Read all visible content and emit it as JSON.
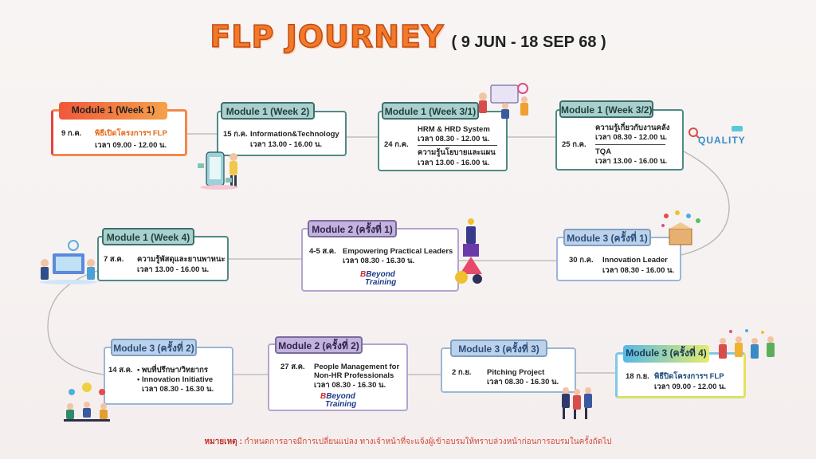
{
  "title": {
    "main": "FLP JOURNEY",
    "range": "( 9 JUN -  18 SEP 68 )"
  },
  "cards": {
    "m1w1": {
      "header": "Module 1 (Week 1)",
      "date": "9 ก.ค.",
      "topic": "พิธีเปิดโครงการฯ FLP",
      "time": "เวลา 09.00 - 12.00 น."
    },
    "m1w2": {
      "header": "Module 1 (Week 2)",
      "date": "15 ก.ค.",
      "topic": "Information&Technology",
      "time": "เวลา 13.00 - 16.00 น."
    },
    "m1w31": {
      "header": "Module 1 (Week 3/1)",
      "date": "24 ก.ค.",
      "topic1": "HRM & HRD System",
      "time1": "เวลา 08.30 - 12.00 น.",
      "topic2": "ความรู้นโยบายและแผน",
      "time2": "เวลา 13.00 - 16.00 น."
    },
    "m1w32": {
      "header": "Module 1 (Week 3/2)",
      "date": "25 ก.ค.",
      "topic1": "ความรู้เกี่ยวกับงานคลัง",
      "time1": "เวลา 08.30 - 12.00 น.",
      "topic2": "TQA",
      "time2": "เวลา 13.00 - 16.00 น."
    },
    "m1w4": {
      "header": "Module 1 (Week 4)",
      "date": "7 ส.ค.",
      "topic": "ความรู้พัสดุและยานพาหนะ",
      "time": "เวลา 13.00 - 16.00 น."
    },
    "m2r1": {
      "header": "Module 2 (ครั้งที่ 1)",
      "date": "4-5 ส.ค.",
      "topic": "Empowering Practical Leaders",
      "time": "เวลา 08.30 - 16.30 น."
    },
    "m3r1": {
      "header": "Module 3 (ครั้งที่ 1)",
      "date": "30 ก.ค.",
      "topic": "Innovation Leader",
      "time": "เวลา 08.30 - 16.00 น."
    },
    "m3r2": {
      "header": "Module 3 (ครั้งที่ 2)",
      "date": "14 ส.ค.",
      "topic1": "พบที่ปรึกษา/วิทยากร",
      "topic2": "Innovation Initiative",
      "time": "เวลา 08.30 - 16.30 น."
    },
    "m2r2": {
      "header": "Module 2 (ครั้งที่ 2)",
      "date": "27 ส.ค.",
      "topic1": "People Management for",
      "topic2": "Non-HR Professionals",
      "time": "เวลา 08.30 - 16.30 น."
    },
    "m3r3": {
      "header": "Module 3 (ครั้งที่ 3)",
      "date": "2 ก.ย.",
      "topic": "Pitching Project",
      "time": "เวลา 08.30 - 16.30 น."
    },
    "m3r4": {
      "header": "Module 3 (ครั้งที่ 4)",
      "date": "18 ก.ย.",
      "topic": "พิธีปิดโครงการฯ FLP",
      "time": "เวลา 09.00 - 12.00 น."
    }
  },
  "logo": {
    "line1": "Beyond",
    "line2": "Training"
  },
  "deco": {
    "quality_text": "QUALITY"
  },
  "note": {
    "label": "หมายเหตุ :",
    "text": "กำหนดการอาจมีการเปลี่ยนแปลง ทางเจ้าหน้าที่จะแจ้งผู้เข้าอบรมให้ทราบล่วงหน้าก่อนการอบรมในครั้งถัดไป"
  },
  "colors": {
    "title": "#f07a2a",
    "teal": "#4f8a86",
    "blue": "#9bb6d6",
    "purple": "#b4a4cf",
    "note": "#d44a3a"
  }
}
